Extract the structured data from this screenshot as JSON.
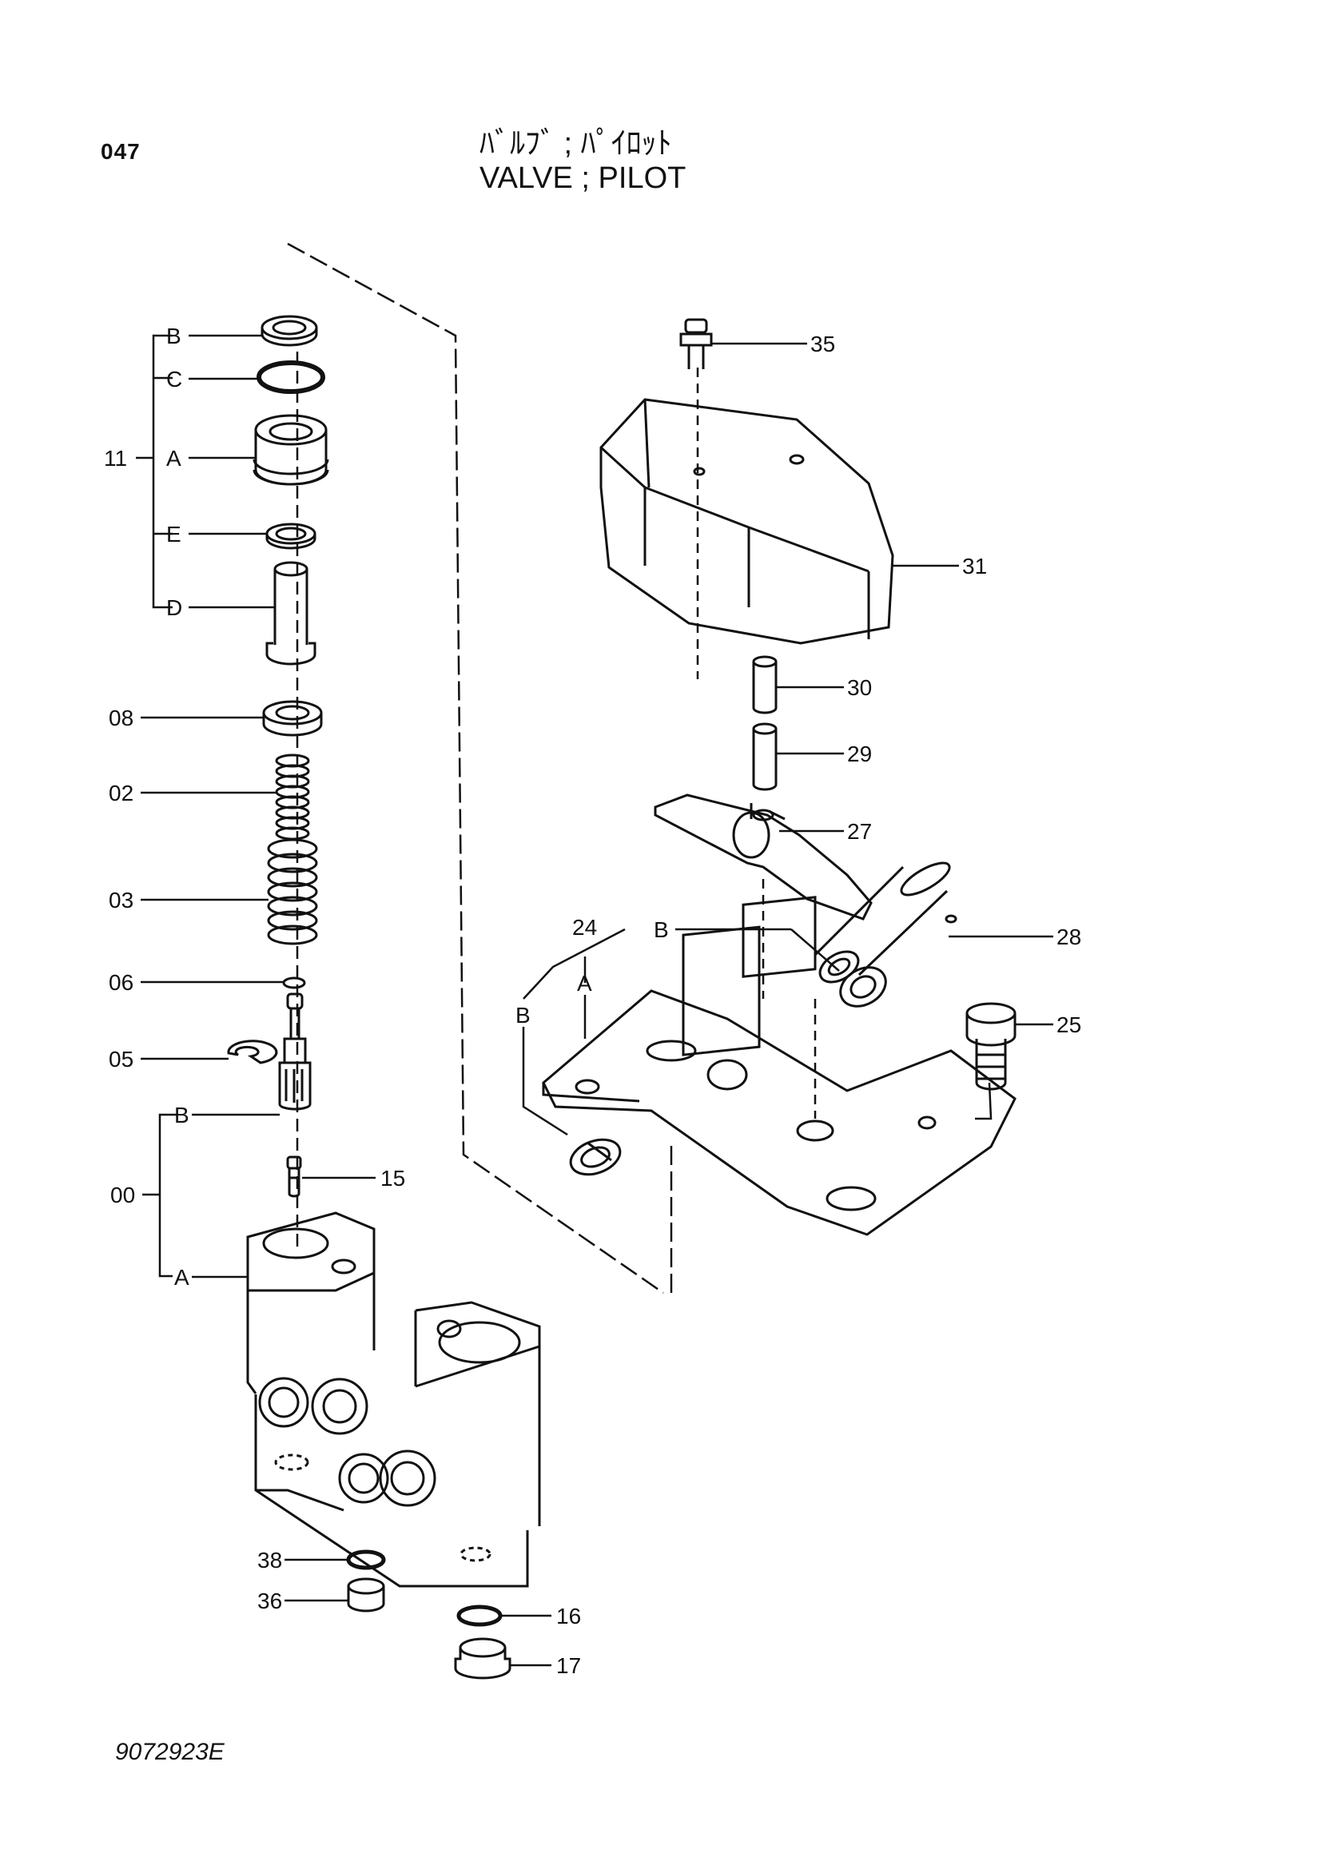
{
  "header": {
    "page_number": "047",
    "title_jp": "ﾊﾞﾙﾌﾞ ; ﾊﾟｲﾛｯﾄ",
    "title_en": "VALVE ; PILOT"
  },
  "footer": {
    "doc_code": "9072923E"
  },
  "callouts": {
    "11": "11",
    "B11": "B",
    "C11": "C",
    "A11": "A",
    "E11": "E",
    "D11": "D",
    "08": "08",
    "02": "02",
    "03": "03",
    "06": "06",
    "05": "05",
    "00": "00",
    "B00": "B",
    "A00": "A",
    "15": "15",
    "38": "38",
    "36": "36",
    "16": "16",
    "17": "17",
    "35": "35",
    "31": "31",
    "30": "30",
    "29": "29",
    "27": "27",
    "28": "28",
    "24": "24",
    "A24": "A",
    "B24_top": "B",
    "B24_side": "B",
    "25": "25"
  }
}
